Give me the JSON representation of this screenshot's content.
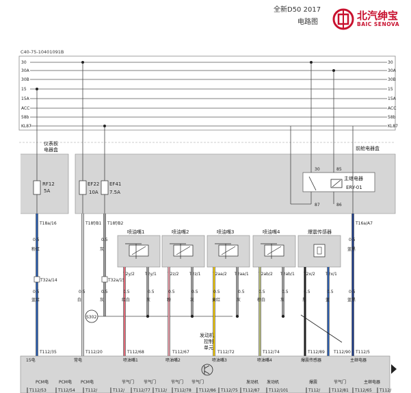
{
  "header": {
    "title": "全新D50 2017",
    "subtitle": "电路图",
    "brand_cn": "北汽绅宝",
    "brand_en": "BAIC SENOVA",
    "page_code": "C40-75-10401091B"
  },
  "rails": [
    {
      "left": "30",
      "right": "30"
    },
    {
      "left": "30A",
      "right": "30A"
    },
    {
      "left": "30B",
      "right": "30B"
    },
    {
      "left": "15",
      "right": "15"
    },
    {
      "left": "15A",
      "right": "15A"
    },
    {
      "left": "ACC",
      "right": "ACC"
    },
    {
      "left": "58b",
      "right": "58b"
    },
    {
      "left": "KL87",
      "right": "KL87"
    }
  ],
  "boxes": {
    "ip_box": "仪表板\n电器盒",
    "engine_box": "前舱电器盒"
  },
  "fuses": [
    {
      "id": "RF12",
      "rating": "5A"
    },
    {
      "id": "EF22",
      "rating": "10A"
    },
    {
      "id": "EF41",
      "rating": "7.5A"
    }
  ],
  "relay": {
    "name": "主继电器",
    "id": "ERY-01",
    "pins": [
      "30",
      "85",
      "87",
      "86"
    ]
  },
  "box_terminals": [
    "T18a/16",
    "T18f/B1",
    "T18f/B2",
    "T16a/A7"
  ],
  "upper_wires": [
    {
      "size": "0.5",
      "color": "粉红"
    },
    {
      "size": "0.5",
      "color": "灰"
    },
    {
      "size": "0.5",
      "color": "蓝黑"
    }
  ],
  "connector_t32": [
    "T32a/14",
    "T32a/15"
  ],
  "lower_wires": [
    {
      "size": "0.5",
      "color": "蓝红"
    },
    {
      "size": "0.5",
      "color": "白"
    },
    {
      "size": "0.5",
      "color": "灰"
    },
    {
      "size": "0.5",
      "color": "红白"
    },
    {
      "size": "0.5",
      "color": "灰"
    },
    {
      "size": "0.5",
      "color": "粉"
    },
    {
      "size": "0.5",
      "color": "灰"
    },
    {
      "size": "0.5",
      "color": "黄红"
    },
    {
      "size": "0.5",
      "color": "灰"
    },
    {
      "size": "0.5",
      "color": "棕白"
    },
    {
      "size": "0.5",
      "color": "灰"
    },
    {
      "size": "0.5",
      "color": "黑"
    },
    {
      "size": "0.5",
      "color": "蓝"
    },
    {
      "size": "0.5",
      "color": "蓝黑"
    }
  ],
  "components": [
    {
      "name": "喷油嘴1",
      "pins": [
        "T2y/2",
        "T2y/1"
      ]
    },
    {
      "name": "喷油嘴2",
      "pins": [
        "T2z/2",
        "T2z/1"
      ]
    },
    {
      "name": "喷油嘴3",
      "pins": [
        "T2aa/2",
        "T2aa/1"
      ]
    },
    {
      "name": "喷油嘴4",
      "pins": [
        "T2ab/2",
        "T2ab/1"
      ]
    },
    {
      "name": "爆震传感器",
      "pins": [
        "T2x/2",
        "T2x/1"
      ]
    }
  ],
  "splice": "S302",
  "ecu": {
    "name": "发动机\n控制\n单元",
    "top_pins": [
      "T112/35",
      "T112/20",
      "T112/68",
      "T112/67",
      "T112/72",
      "T112/74",
      "T112/89",
      "T112/90",
      "T112/5"
    ],
    "top_labels": [
      "15电",
      "常电",
      "喷油嘴1",
      "喷油嘴2",
      "喷油嘴3",
      "喷油嘴4",
      "爆震传感器",
      "主继电器"
    ],
    "bottom_labels": [
      "PCM电",
      "PCM电",
      "PCM电",
      "节气门",
      "节气门",
      "节气门",
      "节气门",
      "发动机",
      "发动机",
      "爆震",
      "节气门",
      "主继电器"
    ],
    "bottom_pins": [
      "T112/53",
      "T112/54",
      "T112/",
      "T112/",
      "T112/77",
      "T112/",
      "T112/78",
      "T112/86",
      "T112/75",
      "T112/87",
      "T112/101",
      "T112/",
      "T112/81",
      "T112/65",
      "T112/"
    ]
  },
  "colors": {
    "pink": "#e89aa6",
    "red_white": "#e06a78",
    "yellow": "#f2c800",
    "olive": "#b7bc75",
    "blue": "#2a5db0",
    "dark_blue": "#1f3d8a",
    "grey_box": "#d6d6d6"
  }
}
